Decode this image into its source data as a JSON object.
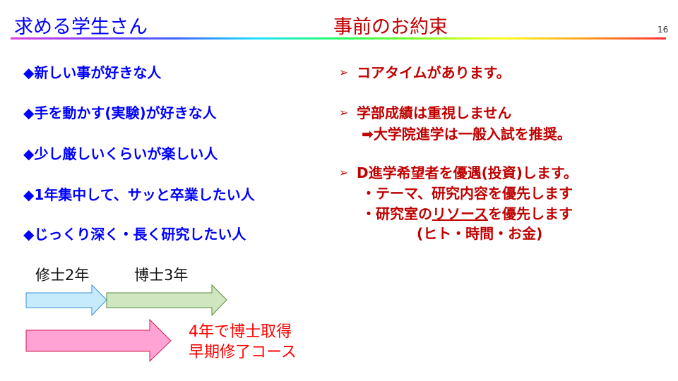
{
  "slide": {
    "left_title": "求める学生さん",
    "right_title": "事前のお約束",
    "page_number": "16"
  },
  "left_bullets": [
    {
      "marker": "◆",
      "text": "新しい事が好きな人"
    },
    {
      "marker": "◆",
      "text": "手を動かす(実験)が好きな人"
    },
    {
      "marker": "◆",
      "text": "少し厳しいくらいが楽しい人"
    },
    {
      "marker": "◆",
      "text": "1年集中して、サッと卒業したい人"
    },
    {
      "marker": "◆",
      "text": "じっくり深く・長く研究したい人"
    }
  ],
  "right_bullets": {
    "marker": "➢",
    "item1": "コアタイムがあります。",
    "item2": "学部成績は重視しません",
    "item2_sub_arrow": "➡",
    "item2_sub": "大学院進学は一般入試を推奨。",
    "item3": "D進学希望者を優遇(投資)します。",
    "item3_sub1": "・テーマ、研究内容を優先します",
    "item3_sub2_pre": "・研究室の",
    "item3_sub2_underlined": "リソース",
    "item3_sub2_post": "を優先します",
    "item3_sub3": "(ヒト・時間・お金)"
  },
  "diagram": {
    "master_label": "修士2年",
    "doctor_label": "博士3年",
    "early_line1": "4年で博士取得",
    "early_line2": "早期修了コース",
    "colors": {
      "master": "#c6ecfb",
      "doctor": "#cfe6c0",
      "early": "#ffa2d4"
    }
  }
}
